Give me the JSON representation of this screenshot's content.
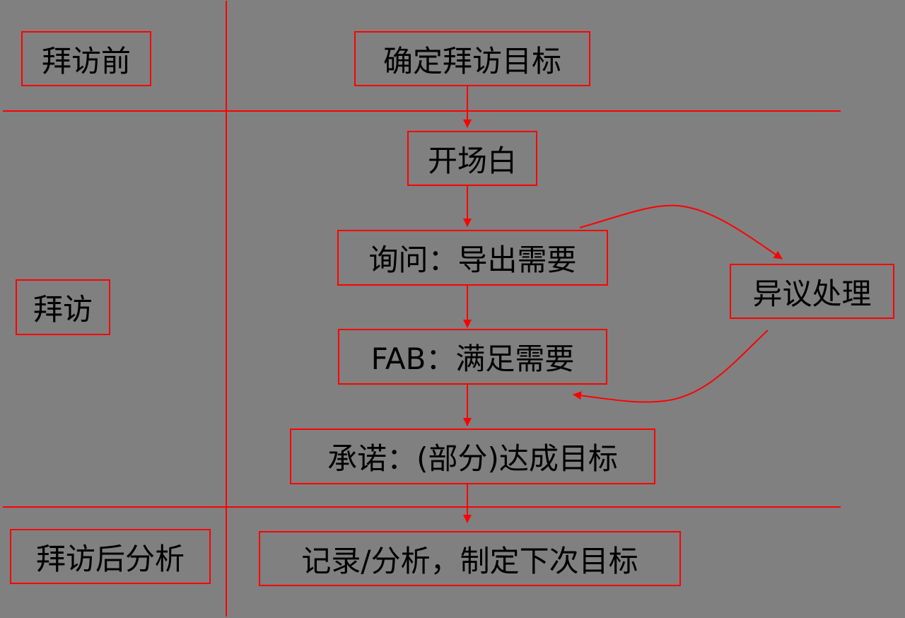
{
  "colors": {
    "background": "#808080",
    "stroke": "#ff0000",
    "text": "#000000"
  },
  "phases": {
    "before": "拜访前",
    "visit": "拜访",
    "after": "拜访后分析"
  },
  "steps": {
    "set_goal": "确定拜访目标",
    "opening": "开场白",
    "inquiry": "询问：导出需要",
    "fab": "FAB：满足需要",
    "commitment": "承诺：(部分)达成目标",
    "record": "记录/分析，制定下次目标"
  },
  "side": {
    "objection": "异议处理"
  },
  "connections": [
    {
      "from": "set_goal",
      "to": "opening"
    },
    {
      "from": "opening",
      "to": "inquiry"
    },
    {
      "from": "inquiry",
      "to": "fab"
    },
    {
      "from": "fab",
      "to": "commitment"
    },
    {
      "from": "commitment",
      "to": "record"
    },
    {
      "from": "inquiry",
      "to": "objection",
      "style": "curved"
    },
    {
      "from": "objection",
      "to": "fab",
      "style": "curved"
    }
  ]
}
